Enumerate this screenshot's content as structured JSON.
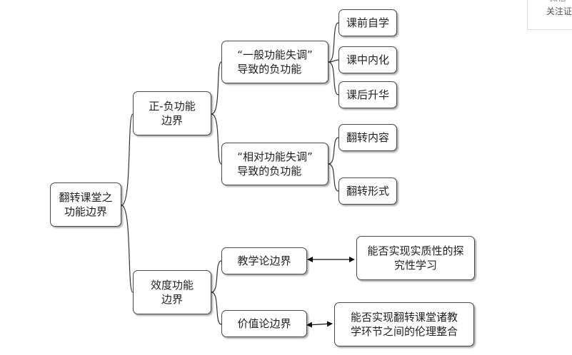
{
  "nodes": {
    "root": "翻转课堂之\n功能边界",
    "pos_neg_boundary": "正-负功能\n边界",
    "effectiveness_boundary": "效度功能\n边界",
    "general_dysfunction": "“一般功能失调”\n导致的负功能",
    "relative_dysfunction": "“相对功能失调”\n导致的负功能",
    "pre_class": "课前自学",
    "in_class": "课中内化",
    "post_class": "课后升华",
    "flip_content": "翻转内容",
    "flip_form": "翻转形式",
    "pedagogy_boundary": "教学论边界",
    "value_boundary": "价值论边界",
    "substantive_inquiry": "能否实现实质性的探\n究性学习",
    "ethical_integration": "能否实现翻转课堂诸教\n学环节之间的伦理整合"
  },
  "corner_card": {
    "top_text": "微信",
    "follow_text": "关注证"
  }
}
